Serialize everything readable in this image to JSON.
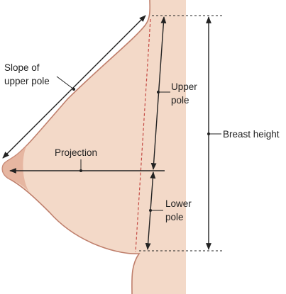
{
  "labels": {
    "slope_line1": "Slope of",
    "slope_line2": "upper pole",
    "projection": "Projection",
    "upper_line1": "Upper",
    "upper_line2": "pole",
    "lower_line1": "Lower",
    "lower_line2": "pole",
    "breast_height": "Breast height"
  },
  "colors": {
    "skin": "#f3d9c8",
    "skin_shade": "#e9c2ac",
    "skin_outline": "#bf7f6c",
    "areola": "#e2aa94",
    "dashed_line": "#c44a44",
    "measure_line": "#222222"
  }
}
